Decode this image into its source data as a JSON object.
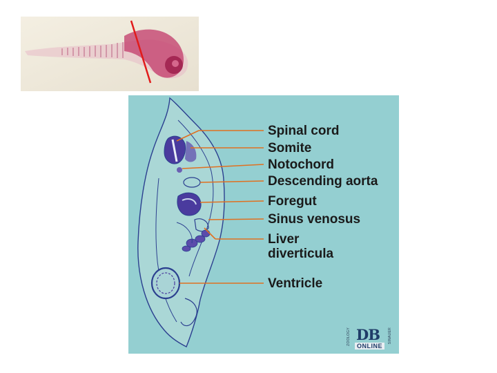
{
  "colors": {
    "figure_background": "#94cfd1",
    "leader_line": "#e07020",
    "tissue_outline": "#2b3f8f",
    "stain_purple": "#4a3b9e",
    "embryo_pink": "#c23a6a"
  },
  "labels": [
    {
      "text": "Spinal cord"
    },
    {
      "text": "Somite"
    },
    {
      "text": "Notochord"
    },
    {
      "text": "Descending aorta"
    },
    {
      "text": "Foregut"
    },
    {
      "text": "Sinus venosus"
    },
    {
      "text": "Liver\ndiverticula"
    },
    {
      "text": "Ventricle"
    }
  ],
  "logo": {
    "main": "DB",
    "sub": "ONLINE",
    "side_left": "ZOOLOGY",
    "side_right": "SINAUER"
  }
}
